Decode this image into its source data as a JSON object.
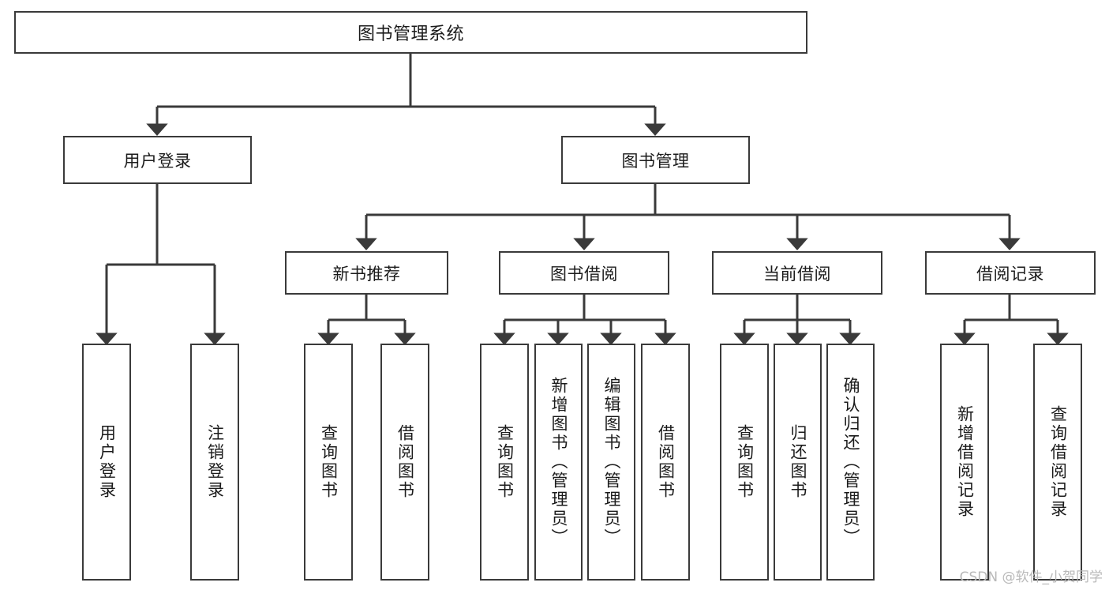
{
  "diagram": {
    "title": "图书管理系统",
    "type": "tree-hierarchy-chart",
    "colors": {
      "stroke": "#3a3a3a",
      "fill": "#ffffff",
      "text": "#1b1b1b",
      "watermark": "#b9b9b9"
    },
    "root": {
      "label": "图书管理系统"
    },
    "level2": [
      {
        "label": "用户登录"
      },
      {
        "label": "图书管理"
      }
    ],
    "level3": [
      {
        "label": "新书推荐"
      },
      {
        "label": "图书借阅"
      },
      {
        "label": "当前借阅"
      },
      {
        "label": "借阅记录"
      }
    ],
    "leaves": {
      "user_login": [
        {
          "label": "用户登录"
        },
        {
          "label": "注销登录"
        }
      ],
      "new_book_recommend": [
        {
          "label": "查询图书"
        },
        {
          "label": "借阅图书"
        }
      ],
      "book_borrow": [
        {
          "label": "查询图书"
        },
        {
          "label": "新增图书（管理员）"
        },
        {
          "label": "编辑图书（管理员）"
        },
        {
          "label": "借阅图书"
        }
      ],
      "current_borrow": [
        {
          "label": "查询图书"
        },
        {
          "label": "归还图书"
        },
        {
          "label": "确认归还（管理员）"
        }
      ],
      "borrow_record": [
        {
          "label": "新增借阅记录"
        },
        {
          "label": "查询借阅记录"
        }
      ]
    }
  },
  "watermark": {
    "text": "CSDN @软件_小贺同学"
  }
}
